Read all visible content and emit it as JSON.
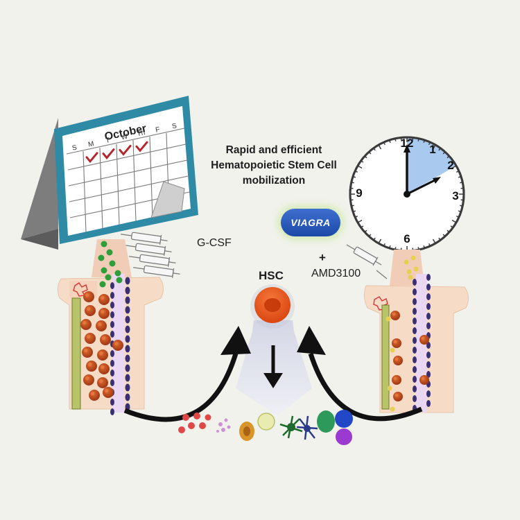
{
  "title": {
    "line1": "Rapid and efficient",
    "line2": "Hematopoietic Stem Cell",
    "line3": "mobilization"
  },
  "calendar": {
    "month": "October",
    "days": [
      "S",
      "M",
      "T",
      "W",
      "Th",
      "F",
      "S"
    ],
    "checked_days": [
      "M",
      "T",
      "W",
      "Th"
    ]
  },
  "clock": {
    "numbers": [
      "12",
      "1",
      "2",
      "3",
      "6",
      "9"
    ],
    "highlight": "12 to 2"
  },
  "labels": {
    "gcsf": "G-CSF",
    "plus": "+",
    "amd3100": "AMD3100",
    "hsc": "HSC",
    "viagra": "VIAGRA"
  },
  "colors": {
    "background": "#f1f2ec",
    "frame": "#2f8aa6",
    "hsc_cell": "#e8531e",
    "pill": "#1b49a8",
    "clock_sector": "#a9c9ee"
  }
}
